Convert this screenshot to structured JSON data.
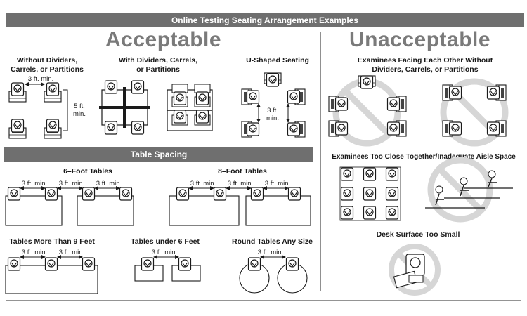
{
  "header": {
    "title": "Online Testing Seating Arrangement Examples"
  },
  "acceptable": {
    "heading": "Acceptable",
    "without_dividers": {
      "line1": "Without Dividers,",
      "line2": "Carrels, or Partitions"
    },
    "with_dividers": {
      "line1": "With Dividers, Carrels,",
      "line2": "or Partitions"
    },
    "u_shaped": {
      "label": "U-Shaped Seating"
    }
  },
  "table_spacing": {
    "banner": "Table Spacing",
    "six_foot": "6–Foot Tables",
    "eight_foot": "8–Foot Tables",
    "more_than_9": "Tables More Than 9 Feet",
    "under_6": "Tables under 6 Feet",
    "round": "Round Tables Any Size"
  },
  "unacceptable": {
    "heading": "Unacceptable",
    "facing": {
      "line1": "Examinees Facing Each Other Without",
      "line2": "Dividers, Carrels, or Partitions"
    },
    "too_close": "Examinees Too Close Together/Inadequate Aisle Space",
    "desk_small": "Desk Surface Too Small"
  },
  "measurements": {
    "three_ft": "3 ft. min.",
    "five_ft_line1": "5 ft.",
    "five_ft_line2": "min.",
    "three_ft_line1": "3 ft.",
    "three_ft_line2": "min."
  },
  "colors": {
    "banner": "#6f6f6f",
    "heading": "#7a7a7a",
    "prohibit": "#d6d6d6",
    "ink": "#1a1a1a"
  }
}
